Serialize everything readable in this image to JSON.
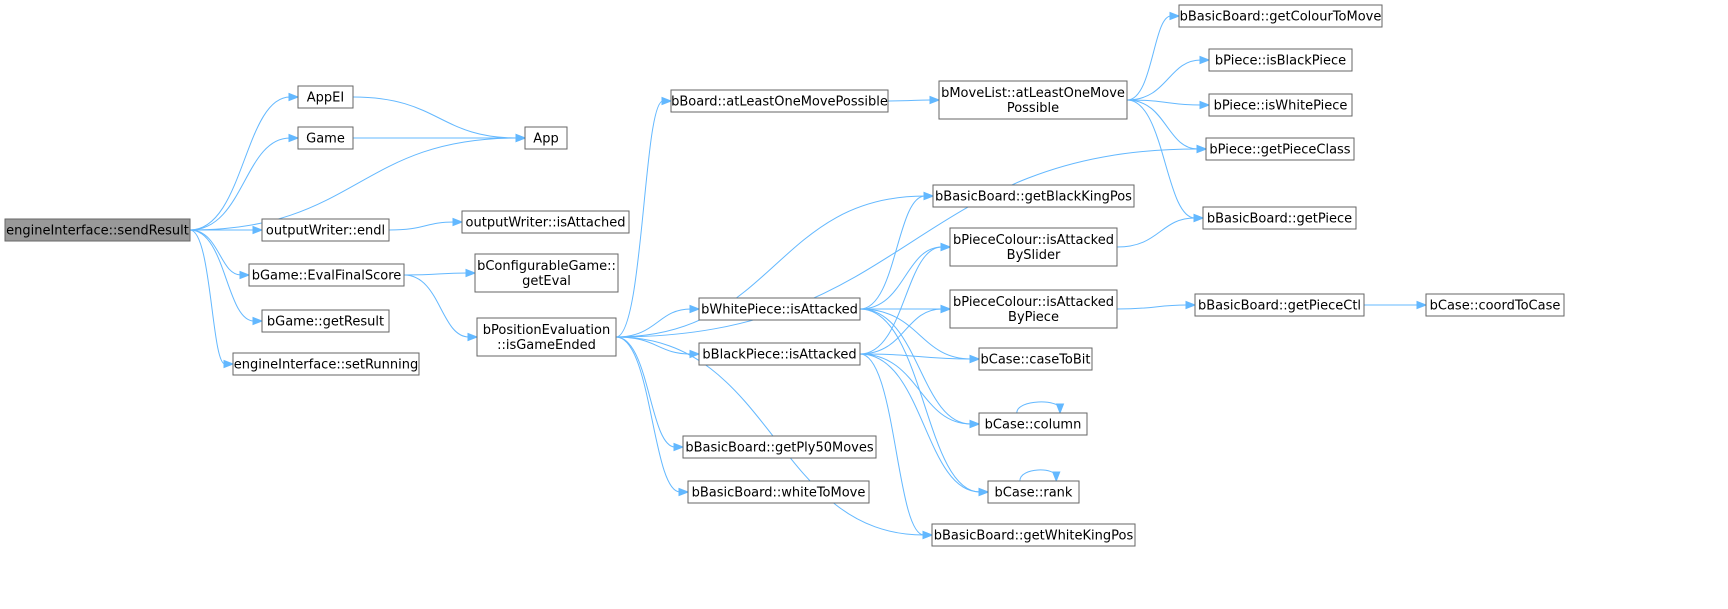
{
  "diagram": {
    "colors": {
      "edge": "#63b8ff",
      "node_border": "#666666",
      "root_fill": "#999999",
      "node_fill": "#ffffff"
    },
    "nodes": [
      {
        "id": "sendResult",
        "lines": [
          "engineInterface::sendResult"
        ],
        "root": true
      },
      {
        "id": "AppEI",
        "lines": [
          "AppEI"
        ]
      },
      {
        "id": "Game",
        "lines": [
          "Game"
        ]
      },
      {
        "id": "App",
        "lines": [
          "App"
        ]
      },
      {
        "id": "endl",
        "lines": [
          "outputWriter::endl"
        ]
      },
      {
        "id": "isAttachedOW",
        "lines": [
          "outputWriter::isAttached"
        ]
      },
      {
        "id": "EvalFinalScore",
        "lines": [
          "bGame::EvalFinalScore"
        ]
      },
      {
        "id": "getEval",
        "lines": [
          "bConfigurableGame::",
          "getEval"
        ]
      },
      {
        "id": "getResult",
        "lines": [
          "bGame::getResult"
        ]
      },
      {
        "id": "setRunning",
        "lines": [
          "engineInterface::setRunning"
        ]
      },
      {
        "id": "isGameEnded",
        "lines": [
          "bPositionEvaluation",
          "::isGameEnded"
        ]
      },
      {
        "id": "atLeastOneMovePossible",
        "lines": [
          "bBoard::atLeastOneMovePossible"
        ]
      },
      {
        "id": "mlAtLeast",
        "lines": [
          "bMoveList::atLeastOneMove",
          "Possible"
        ]
      },
      {
        "id": "getColourToMove",
        "lines": [
          "bBasicBoard::getColourToMove"
        ]
      },
      {
        "id": "isBlackPiece",
        "lines": [
          "bPiece::isBlackPiece"
        ]
      },
      {
        "id": "isWhitePiece",
        "lines": [
          "bPiece::isWhitePiece"
        ]
      },
      {
        "id": "getPieceClass",
        "lines": [
          "bPiece::getPieceClass"
        ]
      },
      {
        "id": "getPiece",
        "lines": [
          "bBasicBoard::getPiece"
        ]
      },
      {
        "id": "getBlackKingPos",
        "lines": [
          "bBasicBoard::getBlackKingPos"
        ]
      },
      {
        "id": "attackedBySlider",
        "lines": [
          "bPieceColour::isAttacked",
          "BySlider"
        ]
      },
      {
        "id": "whiteIsAttacked",
        "lines": [
          "bWhitePiece::isAttacked"
        ]
      },
      {
        "id": "attackedByPiece",
        "lines": [
          "bPieceColour::isAttacked",
          "ByPiece"
        ]
      },
      {
        "id": "getPieceCtl",
        "lines": [
          "bBasicBoard::getPieceCtl"
        ]
      },
      {
        "id": "coordToCase",
        "lines": [
          "bCase::coordToCase"
        ]
      },
      {
        "id": "blackIsAttacked",
        "lines": [
          "bBlackPiece::isAttacked"
        ]
      },
      {
        "id": "caseToBit",
        "lines": [
          "bCase::caseToBit"
        ]
      },
      {
        "id": "column",
        "lines": [
          "bCase::column"
        ]
      },
      {
        "id": "getPly50Moves",
        "lines": [
          "bBasicBoard::getPly50Moves"
        ]
      },
      {
        "id": "rank",
        "lines": [
          "bCase::rank"
        ]
      },
      {
        "id": "whiteToMove",
        "lines": [
          "bBasicBoard::whiteToMove"
        ]
      },
      {
        "id": "getWhiteKingPos",
        "lines": [
          "bBasicBoard::getWhiteKingPos"
        ]
      }
    ],
    "edges": [
      [
        "sendResult",
        "AppEI"
      ],
      [
        "sendResult",
        "Game"
      ],
      [
        "sendResult",
        "App"
      ],
      [
        "sendResult",
        "endl"
      ],
      [
        "sendResult",
        "EvalFinalScore"
      ],
      [
        "sendResult",
        "getResult"
      ],
      [
        "sendResult",
        "setRunning"
      ],
      [
        "AppEI",
        "App"
      ],
      [
        "Game",
        "App"
      ],
      [
        "endl",
        "isAttachedOW"
      ],
      [
        "EvalFinalScore",
        "getEval"
      ],
      [
        "EvalFinalScore",
        "isGameEnded"
      ],
      [
        "isGameEnded",
        "atLeastOneMovePossible"
      ],
      [
        "isGameEnded",
        "getPieceClass"
      ],
      [
        "isGameEnded",
        "getBlackKingPos"
      ],
      [
        "isGameEnded",
        "whiteIsAttacked"
      ],
      [
        "isGameEnded",
        "blackIsAttacked"
      ],
      [
        "isGameEnded",
        "getPly50Moves"
      ],
      [
        "isGameEnded",
        "whiteToMove"
      ],
      [
        "isGameEnded",
        "getWhiteKingPos"
      ],
      [
        "atLeastOneMovePossible",
        "mlAtLeast"
      ],
      [
        "mlAtLeast",
        "getColourToMove"
      ],
      [
        "mlAtLeast",
        "isBlackPiece"
      ],
      [
        "mlAtLeast",
        "isWhitePiece"
      ],
      [
        "mlAtLeast",
        "getPieceClass"
      ],
      [
        "mlAtLeast",
        "getPiece"
      ],
      [
        "attackedBySlider",
        "getPiece"
      ],
      [
        "whiteIsAttacked",
        "getBlackKingPos"
      ],
      [
        "whiteIsAttacked",
        "attackedBySlider"
      ],
      [
        "whiteIsAttacked",
        "attackedByPiece"
      ],
      [
        "whiteIsAttacked",
        "caseToBit"
      ],
      [
        "whiteIsAttacked",
        "column"
      ],
      [
        "whiteIsAttacked",
        "rank"
      ],
      [
        "blackIsAttacked",
        "attackedBySlider"
      ],
      [
        "blackIsAttacked",
        "attackedByPiece"
      ],
      [
        "blackIsAttacked",
        "caseToBit"
      ],
      [
        "blackIsAttacked",
        "column"
      ],
      [
        "blackIsAttacked",
        "rank"
      ],
      [
        "blackIsAttacked",
        "getWhiteKingPos"
      ],
      [
        "attackedByPiece",
        "getPieceCtl"
      ],
      [
        "getPieceCtl",
        "coordToCase"
      ],
      [
        "column",
        "column"
      ],
      [
        "rank",
        "rank"
      ]
    ]
  }
}
